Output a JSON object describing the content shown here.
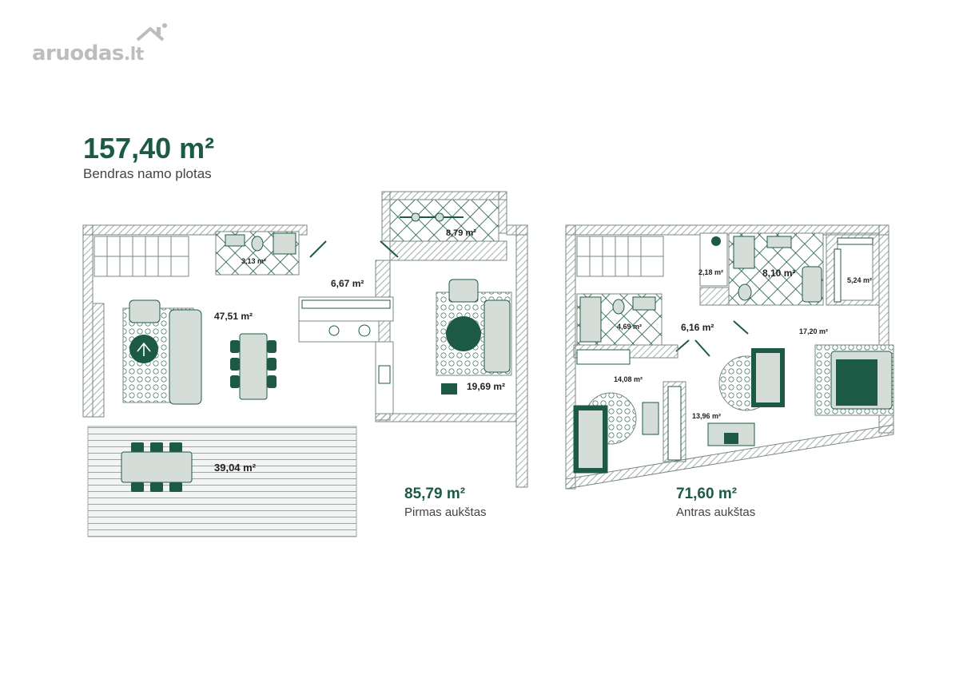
{
  "brand": {
    "logo_text": "aruodas",
    "logo_suffix": ".lt"
  },
  "total": {
    "area": "157,40 m²",
    "label": "Bendras namo plotas"
  },
  "floor1": {
    "area": "85,79 m²",
    "name": "Pirmas aukštas",
    "rooms": {
      "bath": "3,13 m²",
      "balcony": "8,79 m²",
      "hall": "6,67 m²",
      "living": "47,51 m²",
      "bedroom": "19,69 m²",
      "terrace": "39,04 m²"
    }
  },
  "floor2": {
    "area": "71,60 m²",
    "name": "Antras aukštas",
    "rooms": {
      "wc": "2,18 m²",
      "bath": "8,10 m²",
      "closet": "5,24 m²",
      "bath2": "4,69 m²",
      "hall": "6,16 m²",
      "master": "17,20 m²",
      "room1": "14,08 m²",
      "room2": "13,96 m²"
    }
  },
  "colors": {
    "accent": "#1c5a45",
    "fill": "#d5ddd8",
    "wall": "#7a8a82"
  }
}
